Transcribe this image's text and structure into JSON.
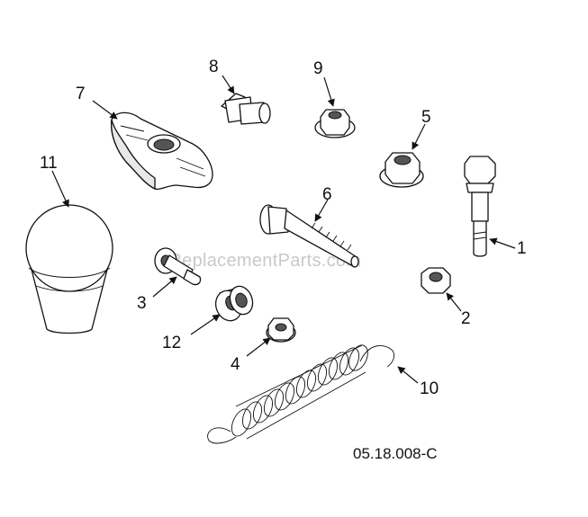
{
  "watermark": "eReplacementParts.com",
  "drawing_code": "05.18.008-C",
  "callouts": {
    "p1": "1",
    "p2": "2",
    "p3": "3",
    "p4": "4",
    "p5": "5",
    "p6": "6",
    "p7": "7",
    "p8": "8",
    "p9": "9",
    "p10": "10",
    "p11": "11",
    "p12": "12"
  }
}
